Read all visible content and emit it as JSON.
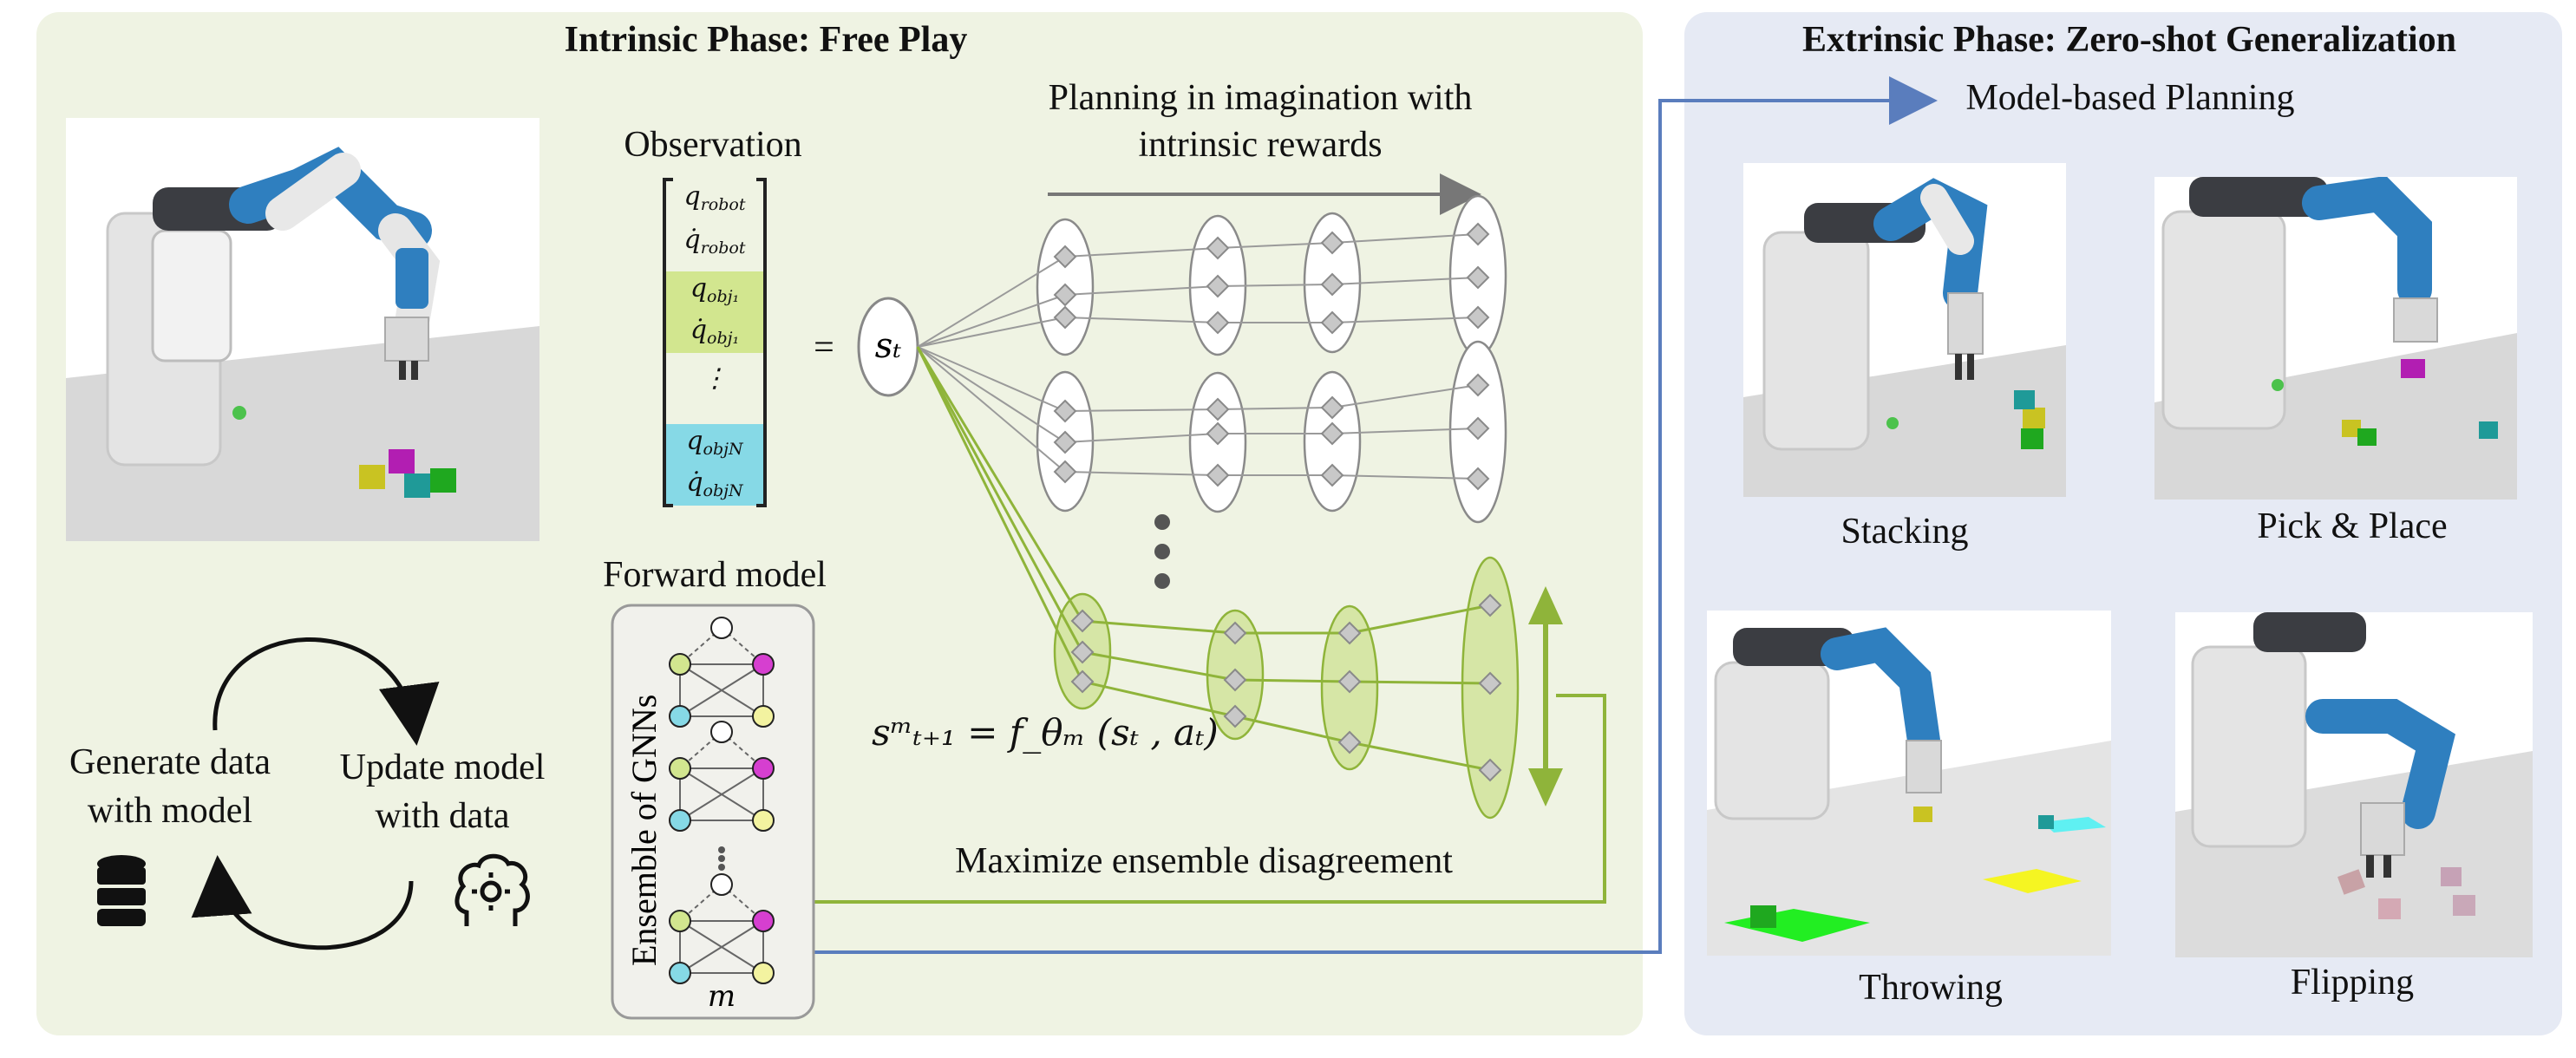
{
  "titles": {
    "intrinsic": "Intrinsic Phase: Free Play",
    "extrinsic": "Extrinsic Phase: Zero-shot Generalization"
  },
  "intrinsic": {
    "observation_label": "Observation",
    "observation_vector": {
      "q_robot": "q",
      "q_robot_sub": "robot",
      "qdot_robot": "q̇",
      "qdot_robot_sub": "robot",
      "q_obj1": "q",
      "q_obj1_sub": "obj₁",
      "qdot_obj1": "q̇",
      "qdot_obj1_sub": "obj₁",
      "ellipsis": "⋮",
      "q_objN": "q",
      "q_objN_sub": "objN",
      "qdot_objN": "q̇",
      "qdot_objN_sub": "objN"
    },
    "equals": "=",
    "state_node": "sₜ",
    "planning_label_line1": "Planning in imagination with",
    "planning_label_line2": "intrinsic rewards",
    "forward_model_label": "Forward model",
    "ensemble_label": "Ensemble of GNNs",
    "ensemble_count": "m",
    "transition_equation": "sᵐₜ₊₁ = f_θₘ (sₜ , aₜ)",
    "maximize_label": "Maximize ensemble disagreement",
    "loop_generate_line1": "Generate data",
    "loop_generate_line2": "with model",
    "loop_update_line1": "Update model",
    "loop_update_line2": "with data"
  },
  "extrinsic": {
    "planning_label": "Model-based Planning",
    "tasks": [
      "Stacking",
      "Pick & Place",
      "Throwing",
      "Flipping"
    ]
  },
  "icons": [
    "database-icon",
    "brain-gear-icon"
  ],
  "colors": {
    "intrinsic_bg": "#eff3e3",
    "extrinsic_bg": "#e6eaf4",
    "green_accent": "#8fb43a",
    "blue_accent": "#5a7dbd",
    "object_green": "#d2e68f",
    "object_cyan": "#86d9e6",
    "magenta_node": "#d63fd0",
    "yellow_node": "#f3f3a0",
    "robot_blue": "#2f7fbf"
  }
}
